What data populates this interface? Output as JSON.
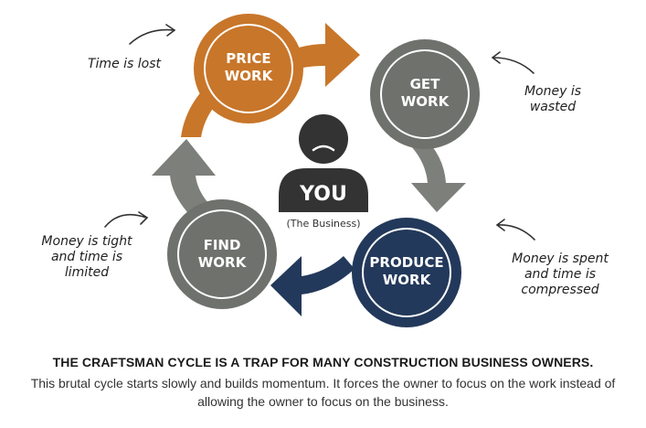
{
  "nodes": {
    "price_work": [
      "PRICE",
      "WORK"
    ],
    "get_work": [
      "GET",
      "WORK"
    ],
    "produce_work": [
      "PRODUCE",
      "WORK"
    ],
    "find_work": [
      "FIND",
      "WORK"
    ]
  },
  "center": {
    "label": "YOU",
    "sublabel": "(The Business)"
  },
  "notes": {
    "time_lost": "Time is lost",
    "money_wasted": [
      "Money is",
      "wasted"
    ],
    "money_spent": [
      "Money is spent",
      "and time is",
      "compressed"
    ],
    "money_tight": [
      "Money is tight",
      "and time is",
      "limited"
    ]
  },
  "headline": "THE CRAFTSMAN CYCLE IS A TRAP FOR MANY CONSTRUCTION BUSINESS OWNERS.",
  "description": "This brutal cycle starts slowly and builds momentum. It forces the owner to focus on the work instead of allowing the owner to focus on the business.",
  "colors": {
    "orange": "#c8762a",
    "gray": "#6f716d",
    "gray_arrow": "#7d7f7b",
    "navy": "#23395b",
    "dark": "#333333"
  }
}
